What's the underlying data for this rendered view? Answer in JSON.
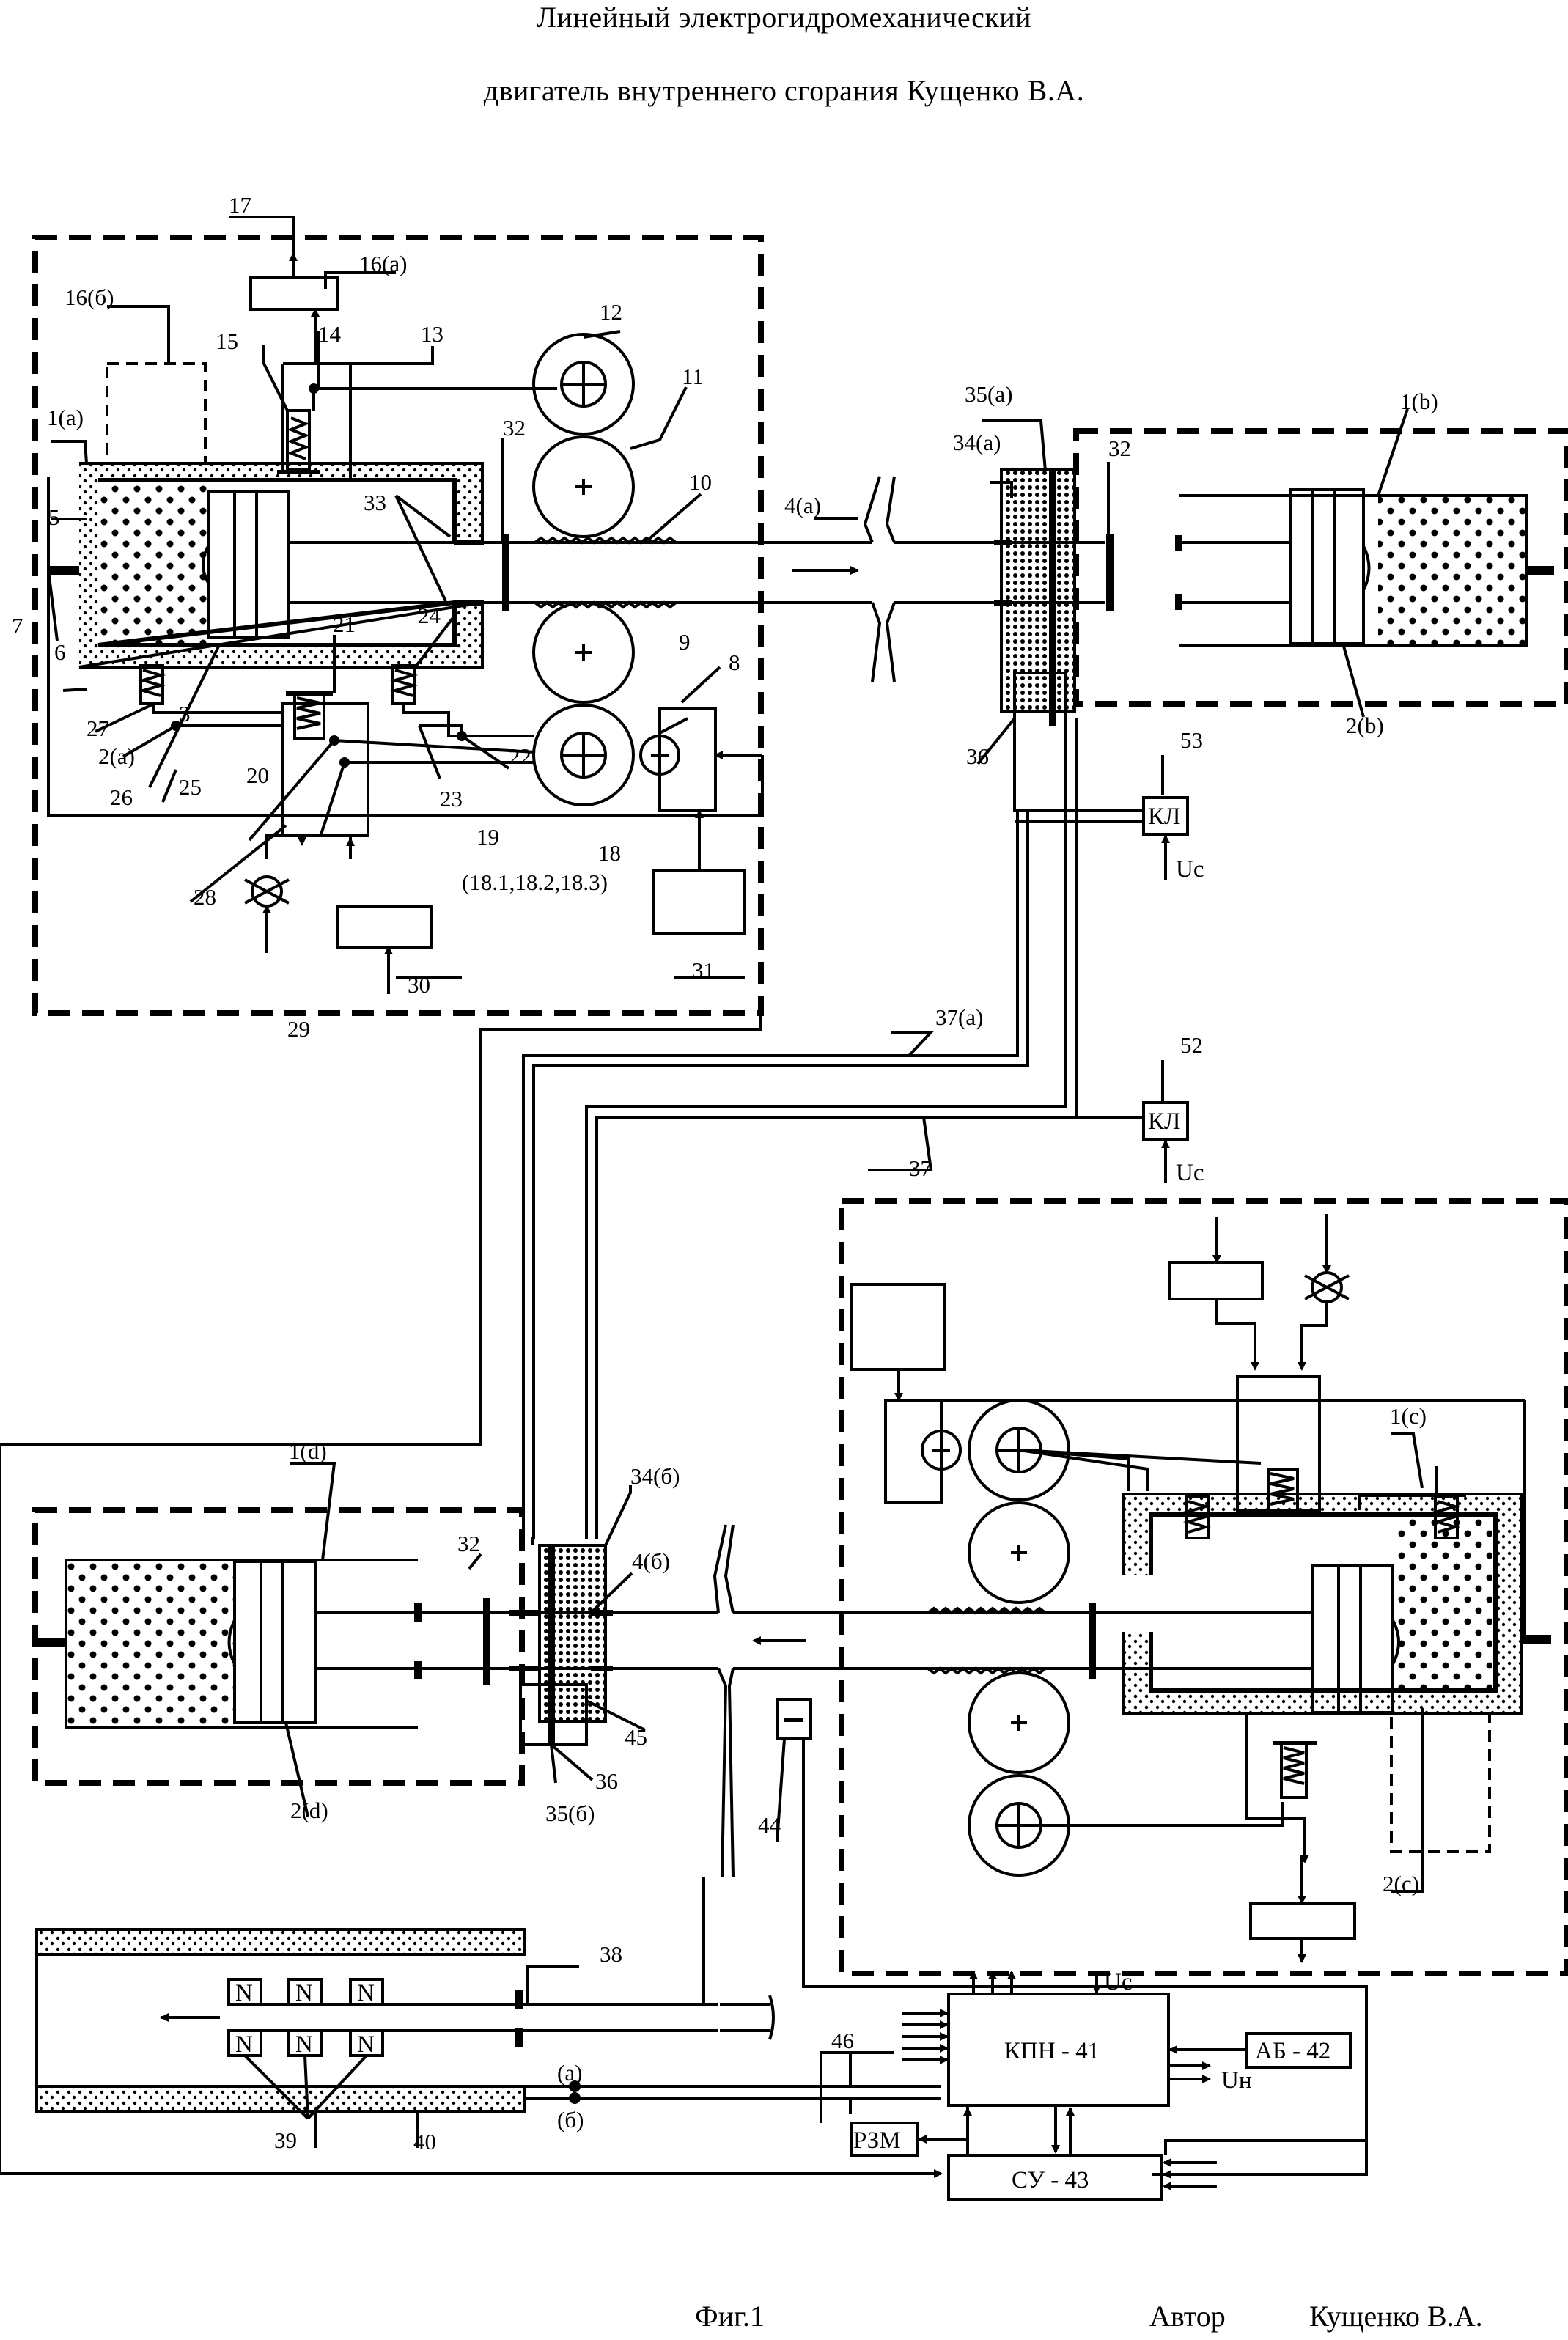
{
  "title": {
    "line1": "Линейный электрогидромеханический",
    "line2": "двигатель внутреннего сгорания Кущенко В.А."
  },
  "footer": {
    "figure": "Фиг.1",
    "author_label": "Автор",
    "author_name": "Кущенко В.А."
  },
  "labels": {
    "l17": "17",
    "l16a": "16(а)",
    "l16b": "16(б)",
    "l14": "14",
    "l15": "15",
    "l13": "13",
    "l12": "12",
    "l11": "11",
    "l10": "10",
    "l1a": "1(а)",
    "l5": "5",
    "l32a": "32",
    "l33": "33",
    "l7": "7",
    "l6": "6",
    "l21": "21",
    "l24": "24",
    "l9": "9",
    "l8": "8",
    "l27": "27",
    "l2a": "2(а)",
    "l3": "3",
    "l26": "26",
    "l25": "25",
    "l20": "20",
    "l23": "23",
    "l22": "22",
    "l19": "19",
    "l18": "18",
    "l18sub": "(18.1,18.2,18.3)",
    "l28": "28",
    "l29": "29",
    "l30": "30",
    "l31": "31",
    "l4a": "4(а)",
    "l35a": "35(а)",
    "l34a": "34(а)",
    "l32b": "32",
    "l1b": "1(b)",
    "l2b": "2(b)",
    "l36a": "36",
    "l53": "53",
    "l52": "52",
    "l37a": "37(а)",
    "l37": "37",
    "l1c": "1(с)",
    "l2c": "2(с)",
    "l1d": "1(d)",
    "l34b": "34(б)",
    "l32c": "32",
    "l4b": "4(б)",
    "l45": "45",
    "l36b": "36",
    "l35b": "35(б)",
    "l2d": "2(d)",
    "l44": "44",
    "l38": "38",
    "l39": "39",
    "l40": "40",
    "l46": "46",
    "la": "(а)",
    "lb": "(б)"
  },
  "boxes": {
    "kl1": "КЛ",
    "kl2": "КЛ",
    "uc1": "Uc",
    "uc2": "Uc",
    "uc3": "Uc",
    "kpn": "КПН - 41",
    "ab": "АБ - 42",
    "su": "СУ - 43",
    "rzm": "РЗМ",
    "un": "Uн",
    "magnet": "N"
  }
}
